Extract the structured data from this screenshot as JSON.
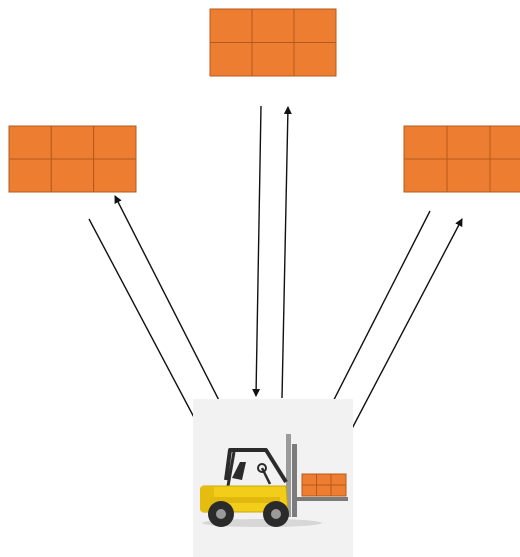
{
  "diagram": {
    "type": "forklift-to-pallet-routes",
    "colors": {
      "box_fill": "#ed7d31",
      "box_stroke": "#b45a1c",
      "arrow": "#111111",
      "forklift_panel": "#f2f2f2",
      "forklift_body": "#f2cd1a",
      "forklift_dark": "#2b2b2b",
      "forklift_mast": "#9a9a9a"
    },
    "pallet_grid": {
      "rows": 2,
      "cols": 3
    },
    "pallets": [
      {
        "id": "left",
        "icon": "pallet-grid-icon"
      },
      {
        "id": "top",
        "icon": "pallet-grid-icon"
      },
      {
        "id": "right",
        "icon": "pallet-grid-icon"
      }
    ],
    "forklift": {
      "icon": "forklift-icon",
      "carrying": "orange-pallet"
    },
    "routes": [
      {
        "pallet": "left",
        "direction": "bidirectional"
      },
      {
        "pallet": "top",
        "direction": "bidirectional"
      },
      {
        "pallet": "right",
        "direction": "bidirectional"
      }
    ]
  }
}
